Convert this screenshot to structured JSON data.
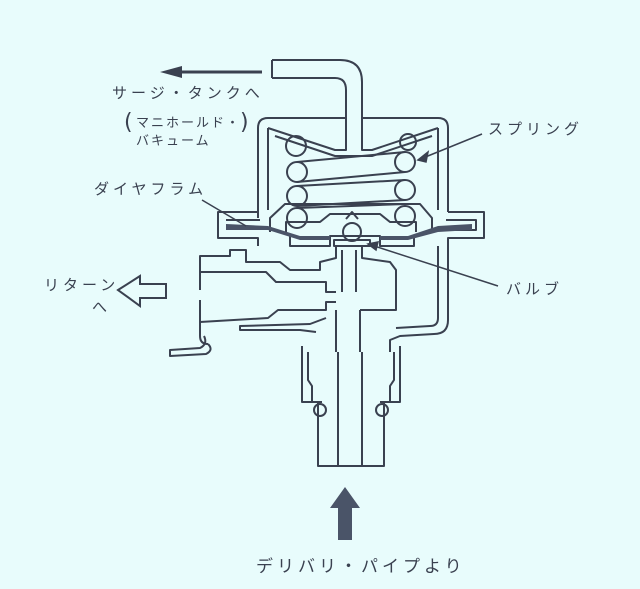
{
  "diagram": {
    "subject": "fuel pressure regulator cross-section",
    "background_color": "#e8fcfc",
    "line_color": "#3a4150",
    "fill_color": "#4a5468",
    "labels": {
      "surge_tank": "サージ・タンクへ",
      "manifold_line1": "マニホールド・",
      "manifold_line2": "バキューム",
      "spring": "スプリング",
      "diaphragm": "ダイヤフラム",
      "return_line1": "リターン",
      "return_line2": "へ",
      "valve": "バルブ",
      "delivery_pipe": "デリバリ・パイプより"
    },
    "arrows": [
      {
        "name": "to-surge-tank",
        "direction": "left",
        "style": "solid-thin"
      },
      {
        "name": "to-return",
        "direction": "left",
        "style": "outline"
      },
      {
        "name": "from-delivery-pipe",
        "direction": "up",
        "style": "solid-filled"
      }
    ],
    "leader_lines": [
      "spring",
      "diaphragm",
      "valve"
    ]
  }
}
